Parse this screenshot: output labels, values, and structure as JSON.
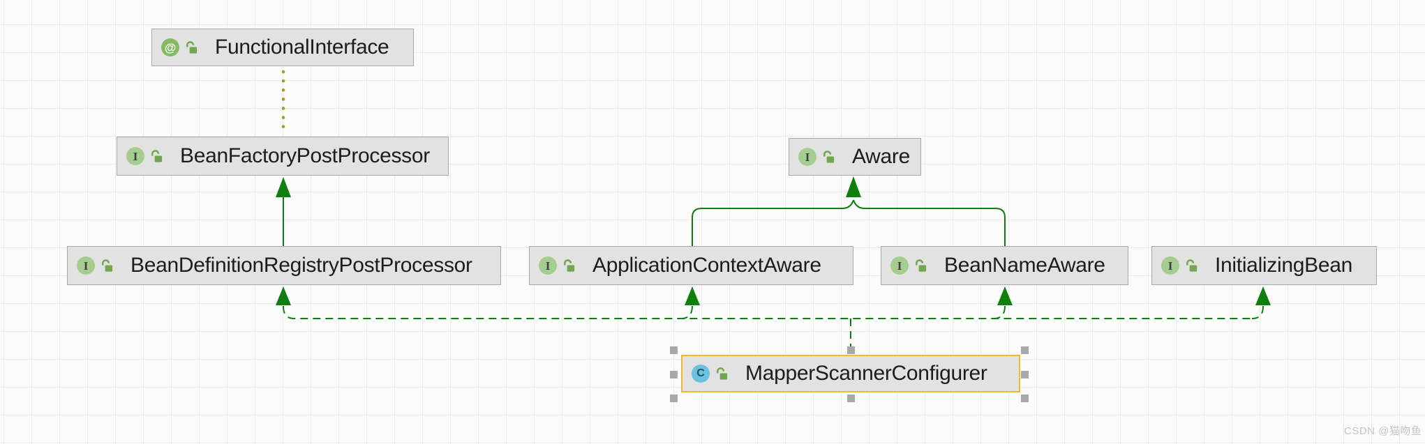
{
  "diagram": {
    "tool": "UML class diagram",
    "watermark": "CSDN @猫吻鱼",
    "colors": {
      "green": "#0e7e0e",
      "annotation_line": "#a39a2e",
      "selection": "#edb92e",
      "handle": "#a8a8a8",
      "node_fill": "#e2e2e2",
      "node_border": "#a8a8a8",
      "icon_interface": "#a6cd90",
      "icon_annotation": "#84bb60",
      "icon_class": "#6ac2e0",
      "lock": "#73a74f",
      "label": "#1c1c1c",
      "grid_line": "#eaeaea",
      "canvas_bg": "#fcfcfc",
      "watermark": "#c6c6c6"
    },
    "nodes": [
      {
        "id": "functional-interface",
        "label": "FunctionalInterface",
        "kind": "annotation",
        "badge": "@",
        "visibility": "public"
      },
      {
        "id": "bean-factory-post-processor",
        "label": "BeanFactoryPostProcessor",
        "kind": "interface",
        "badge": "I",
        "visibility": "public"
      },
      {
        "id": "aware",
        "label": "Aware",
        "kind": "interface",
        "badge": "I",
        "visibility": "public"
      },
      {
        "id": "bean-definition-registry-post-processor",
        "label": "BeanDefinitionRegistryPostProcessor",
        "kind": "interface",
        "badge": "I",
        "visibility": "public"
      },
      {
        "id": "application-context-aware",
        "label": "ApplicationContextAware",
        "kind": "interface",
        "badge": "I",
        "visibility": "public"
      },
      {
        "id": "bean-name-aware",
        "label": "BeanNameAware",
        "kind": "interface",
        "badge": "I",
        "visibility": "public"
      },
      {
        "id": "initializing-bean",
        "label": "InitializingBean",
        "kind": "interface",
        "badge": "I",
        "visibility": "public"
      },
      {
        "id": "mapper-scanner-configurer",
        "label": "MapperScannerConfigurer",
        "kind": "class",
        "badge": "C",
        "visibility": "public",
        "selected": true
      }
    ],
    "edges": [
      {
        "from": "BeanFactoryPostProcessor",
        "to": "FunctionalInterface",
        "type": "annotation",
        "style": "dotted"
      },
      {
        "from": "BeanDefinitionRegistryPostProcessor",
        "to": "BeanFactoryPostProcessor",
        "type": "extends",
        "style": "solid"
      },
      {
        "from": "ApplicationContextAware",
        "to": "Aware",
        "type": "extends",
        "style": "solid"
      },
      {
        "from": "BeanNameAware",
        "to": "Aware",
        "type": "extends",
        "style": "solid"
      },
      {
        "from": "MapperScannerConfigurer",
        "to": "BeanDefinitionRegistryPostProcessor",
        "type": "implements",
        "style": "dashed"
      },
      {
        "from": "MapperScannerConfigurer",
        "to": "ApplicationContextAware",
        "type": "implements",
        "style": "dashed"
      },
      {
        "from": "MapperScannerConfigurer",
        "to": "BeanNameAware",
        "type": "implements",
        "style": "dashed"
      },
      {
        "from": "MapperScannerConfigurer",
        "to": "InitializingBean",
        "type": "implements",
        "style": "dashed"
      }
    ]
  }
}
